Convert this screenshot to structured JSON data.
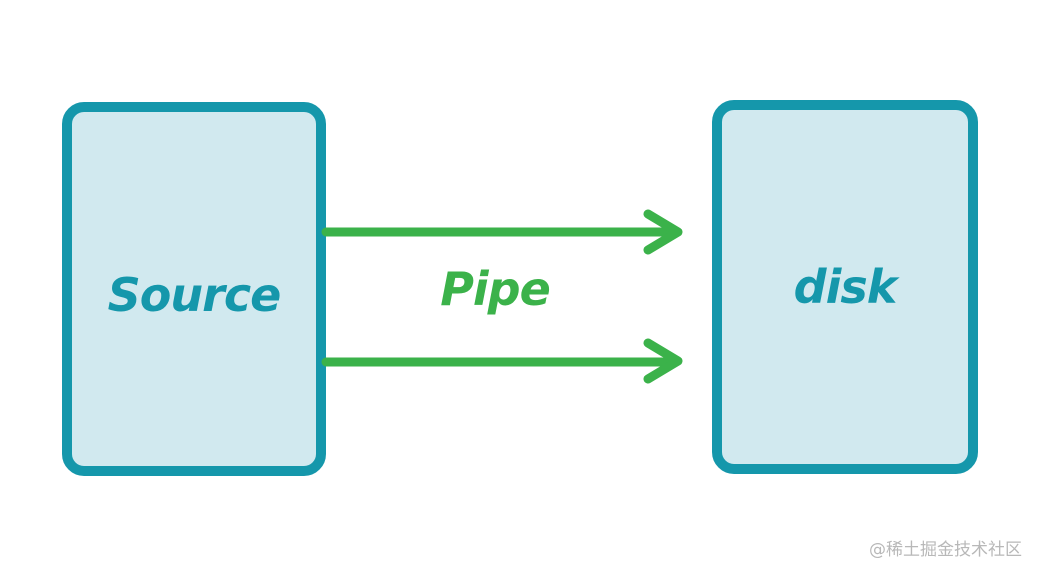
{
  "nodes": {
    "source": {
      "label": "Source"
    },
    "disk": {
      "label": "disk"
    }
  },
  "edge": {
    "label": "Pipe",
    "arrow_count": 2
  },
  "colors": {
    "box_border": "#1597ab",
    "box_fill": "#d1e9ef",
    "box_text": "#1597ab",
    "arrow": "#3bb24a",
    "watermark": "#b8b8b8"
  },
  "watermark": "@稀土掘金技术社区"
}
